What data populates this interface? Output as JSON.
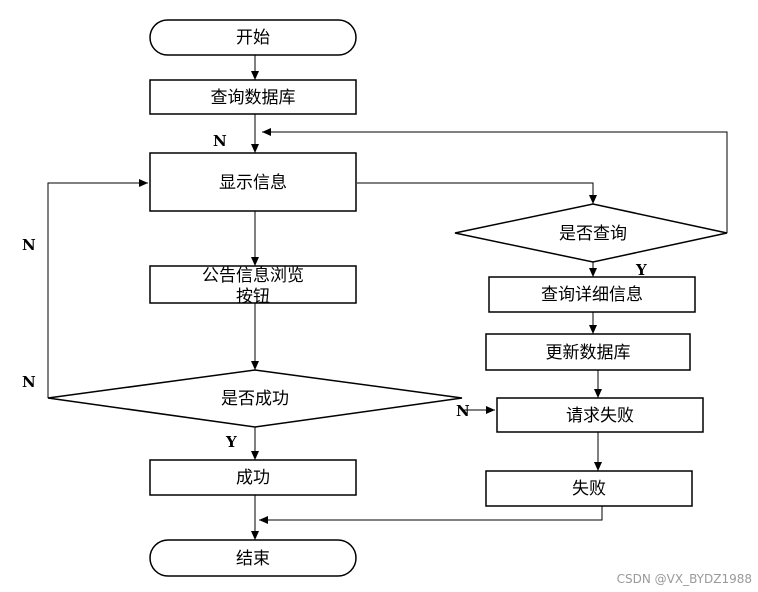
{
  "nodes": {
    "start": "开始",
    "query_db": "查询数据库",
    "show_info": "显示信息",
    "notice_line1": "公告信息浏览",
    "notice_line2": "按钮",
    "is_success": "是否成功",
    "success": "成功",
    "end": "结束",
    "is_query": "是否查询",
    "query_detail": "查询详细信息",
    "update_db": "更新数据库",
    "request_fail": "请求失败",
    "fail": "失败"
  },
  "edge_labels": {
    "n_loop_top": "N",
    "n_left_upper": "N",
    "n_left_lower": "N",
    "y_success": "Y",
    "y_query": "Y",
    "n_request": "N"
  },
  "watermark": "CSDN @VX_BYDZ1988"
}
